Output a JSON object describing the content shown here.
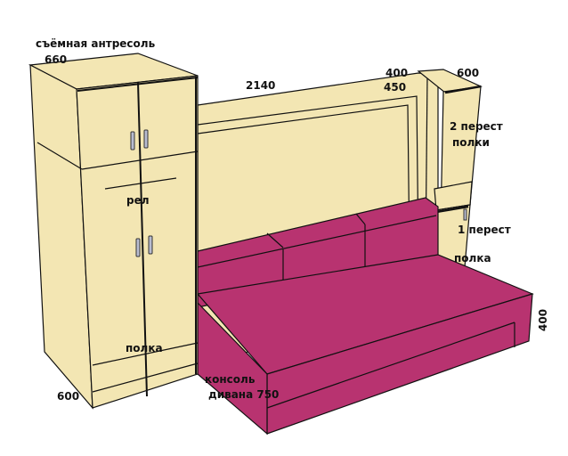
{
  "labels": {
    "mezzanine": "съёмная антресоль",
    "dim_660": "660",
    "dim_2140": "2140",
    "dim_400_top": "400",
    "dim_450": "450",
    "dim_600_top": "600",
    "two_shelves": "2 перест",
    "two_shelves_2": "полки",
    "rail": "рел",
    "one_shelf": "1 перест",
    "shelf_right": "полка",
    "shelf_left": "полка",
    "dim_600_bottom": "600",
    "dim_400_right": "400",
    "console": "консоль",
    "console_2": "дивана 750"
  },
  "colors": {
    "wood": "#f3e6b3",
    "sofa": "#b83370"
  }
}
